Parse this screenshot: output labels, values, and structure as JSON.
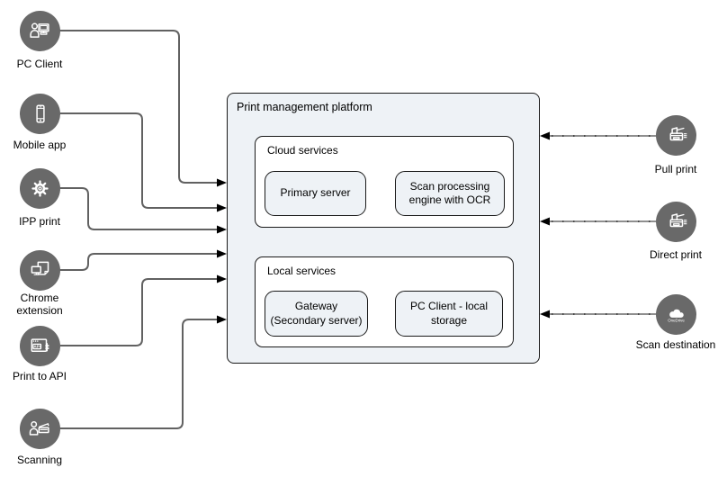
{
  "diagram": {
    "platform": {
      "title": "Print management platform",
      "groups": [
        {
          "label": "Cloud services",
          "nodes": [
            "Primary server",
            "Scan processing engine with OCR"
          ]
        },
        {
          "label": "Local services",
          "nodes": [
            "Gateway (Secondary server)",
            "PC Client - local storage"
          ]
        }
      ]
    },
    "left_sources": [
      {
        "label": "PC Client",
        "icon": "pc-client-icon"
      },
      {
        "label": "Mobile app",
        "icon": "mobile-app-icon"
      },
      {
        "label": "IPP print",
        "icon": "gear-icon"
      },
      {
        "label": "Chrome extension",
        "icon": "chrome-extension-icon"
      },
      {
        "label": "Print to API",
        "icon": "api-window-icon",
        "icon_text": "API"
      },
      {
        "label": "Scanning",
        "icon": "scanner-icon"
      }
    ],
    "right_endpoints": [
      {
        "label": "Pull print",
        "icon": "printer-icon"
      },
      {
        "label": "Direct print",
        "icon": "printer-icon"
      },
      {
        "label": "Scan destination",
        "icon": "onedrive-cloud-icon",
        "icon_text": "OneDrive"
      }
    ],
    "edges": [
      {
        "from": "PC Client",
        "to": "Print management platform"
      },
      {
        "from": "Mobile app",
        "to": "Print management platform"
      },
      {
        "from": "IPP print",
        "to": "Print management platform"
      },
      {
        "from": "Chrome extension",
        "to": "Print management platform"
      },
      {
        "from": "Print to API",
        "to": "Print management platform"
      },
      {
        "from": "Scanning",
        "to": "Print management platform"
      },
      {
        "from": "Pull print",
        "to": "Print management platform"
      },
      {
        "from": "Direct print",
        "to": "Print management platform"
      },
      {
        "from": "Scan destination",
        "to": "Print management platform"
      }
    ],
    "colors": {
      "icon_circle": "#696969",
      "platform_fill": "#eef2f6",
      "node_fill": "#eef2f6",
      "border": "#1a1a1a",
      "connector_left": "#616161",
      "connector_right": "#8f8f8f",
      "arrowhead": "#000000"
    }
  }
}
